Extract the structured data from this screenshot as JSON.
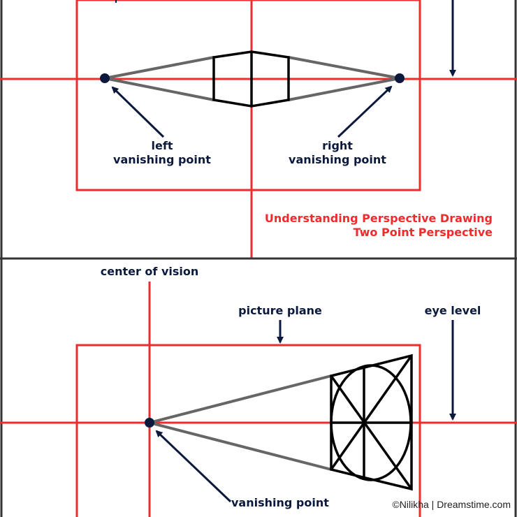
{
  "top_panel": {
    "labels": {
      "left_vp_line1": "left",
      "left_vp_line2": "vanishing point",
      "right_vp_line1": "right",
      "right_vp_line2": "vanishing point"
    },
    "title_line1": "Understanding Perspective Drawing",
    "title_line2": "Two Point Perspective"
  },
  "bottom_panel": {
    "labels": {
      "center_of_vision": "center of vision",
      "picture_plane": "picture plane",
      "eye_level": "eye level",
      "vanishing_point": "vanishing point"
    }
  },
  "credit": "©Nilikha | Dreamstime.com",
  "colors": {
    "guide_red": "#ef2b2d",
    "arrow_navy": "#0b1a3c",
    "convergence_gray": "#666666",
    "object_black": "#000000",
    "frame_dark": "#333333"
  }
}
